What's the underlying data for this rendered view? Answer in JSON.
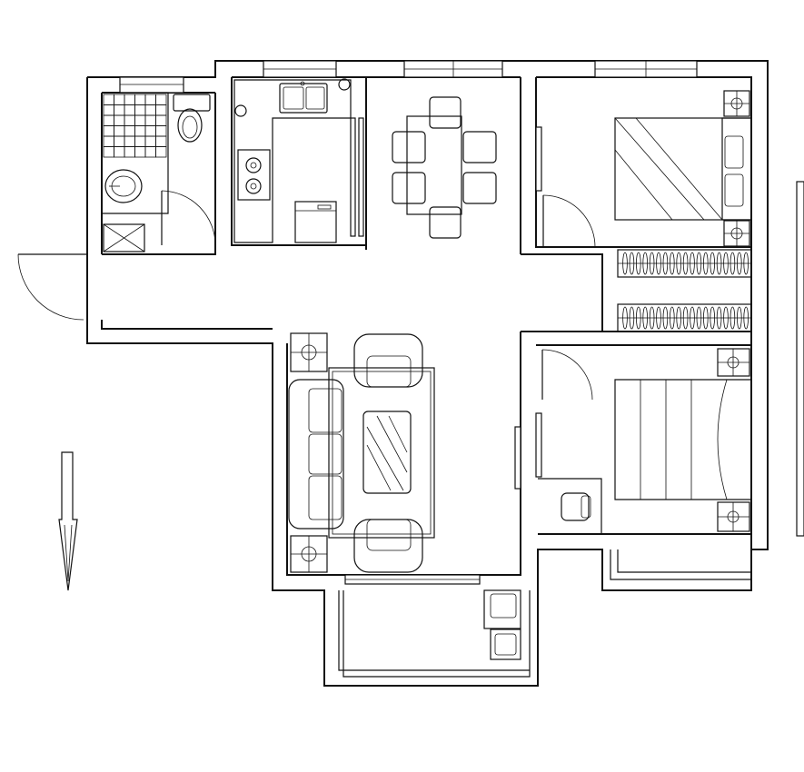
{
  "diagram": {
    "kind": "apartment floor plan",
    "labels": [],
    "colors": {
      "line": "#111111",
      "background": "#ffffff"
    },
    "rooms": [
      "bathroom",
      "kitchen",
      "dining-area",
      "bedroom-north",
      "bedroom-south",
      "living-room",
      "balcony-south",
      "balcony-east",
      "corridor"
    ],
    "icons": [
      "north-arrow-icon",
      "toilet-icon",
      "sink-icon",
      "gas-stove-icon",
      "double-sink-icon",
      "washing-machine-icon",
      "column-marker-icon"
    ]
  }
}
